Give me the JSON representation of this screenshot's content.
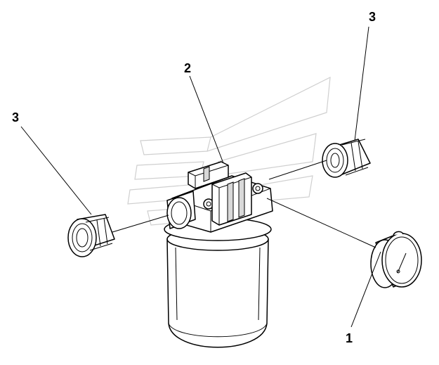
{
  "callouts": {
    "gauge": "1",
    "housing_head": "2",
    "fitting_left": "3",
    "fitting_right": "3"
  },
  "colors": {
    "line": "#000000",
    "background": "#ffffff",
    "watermark": "#cfcfcf"
  }
}
